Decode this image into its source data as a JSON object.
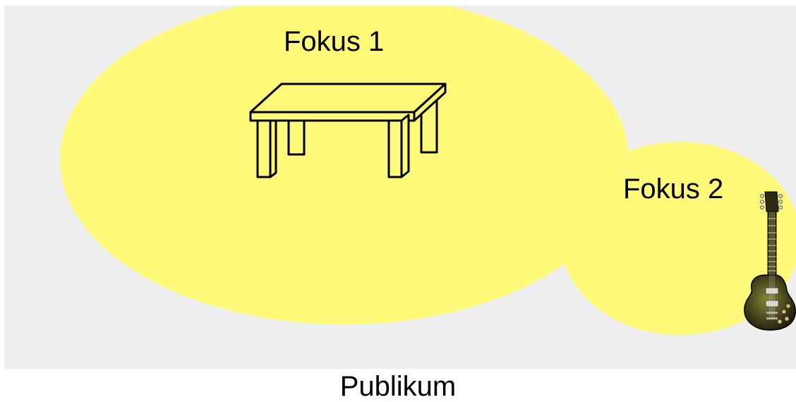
{
  "diagram": {
    "focus_1": {
      "label": "Fokus 1",
      "icon": "table-icon"
    },
    "focus_2": {
      "label": "Fokus 2",
      "icon": "guitar-icon"
    },
    "audience_label": "Publikum"
  },
  "colors": {
    "stage_background": "#efefef",
    "spotlight": "#fff97a",
    "outline": "#000000"
  }
}
